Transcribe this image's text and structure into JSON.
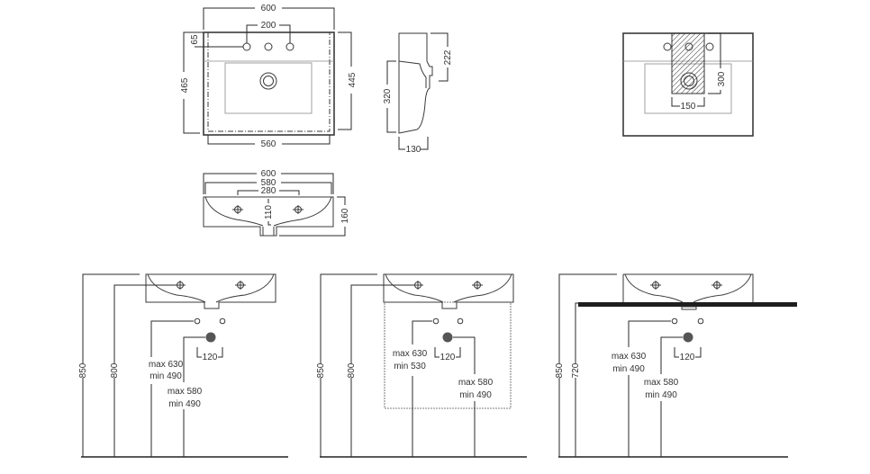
{
  "title": "Washbasin 600 technical drawing",
  "top_view": {
    "width_outer": "600",
    "tap_hole_spacing": "200",
    "tap_hole_offset": "65",
    "depth_left": "465",
    "depth_right": "445",
    "width_inner": "560"
  },
  "side_view": {
    "overflow_height": "222",
    "height": "320",
    "depth": "130"
  },
  "wall_view": {
    "height": "300",
    "width": "150"
  },
  "front_view": {
    "width_outer": "600",
    "width_inner": "580",
    "holes_spacing": "280",
    "drain_depth": "110",
    "height": "160"
  },
  "installations": [
    {
      "name": "wall-hung",
      "height_total": "850",
      "height_rim": "800",
      "supply_max": "max 630",
      "supply_min": "min 490",
      "drain_max": "max 580",
      "drain_min": "min 490",
      "drain_spacing": "120"
    },
    {
      "name": "with-cabinet",
      "height_total": "850",
      "height_rim": "800",
      "supply_max": "max 630",
      "supply_min": "min 530",
      "drain_max": "max 580",
      "drain_min": "min 490",
      "drain_spacing": "120"
    },
    {
      "name": "countertop",
      "height_total": "850",
      "height_rim": "720",
      "supply_max": "max 630",
      "supply_min": "min 490",
      "drain_max": "max 580",
      "drain_min": "min 490",
      "drain_spacing": "120"
    }
  ],
  "colors": {
    "line": "#3a3a3a",
    "hatch": "#333333",
    "drain": "#555555",
    "countertop": "#1e1e1e"
  }
}
